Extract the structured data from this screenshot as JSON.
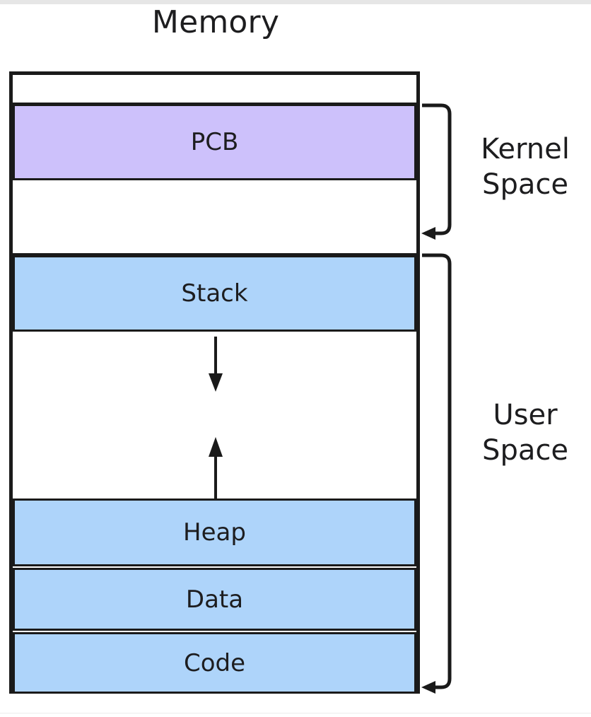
{
  "title": "Memory",
  "colors": {
    "pcb_fill": "#cdc1fb",
    "segment_fill": "#aed4fa",
    "stroke": "#1a1a1a",
    "text": "#1d1d1f",
    "background": "#ffffff"
  },
  "diagram": {
    "frame_label": "Memory",
    "segments": [
      {
        "id": "kernel-reserved-top",
        "label": "",
        "fill": "#ffffff",
        "region": "Kernel Space"
      },
      {
        "id": "pcb",
        "label": "PCB",
        "fill": "#cdc1fb",
        "region": "Kernel Space"
      },
      {
        "id": "kernel-reserved-bottom",
        "label": "",
        "fill": "#ffffff",
        "region": "Kernel Space"
      },
      {
        "id": "stack",
        "label": "Stack",
        "fill": "#aed4fa",
        "region": "User Space"
      },
      {
        "id": "free-space",
        "label": "",
        "fill": "#ffffff",
        "region": "User Space"
      },
      {
        "id": "heap",
        "label": "Heap",
        "fill": "#aed4fa",
        "region": "User Space"
      },
      {
        "id": "data",
        "label": "Data",
        "fill": "#aed4fa",
        "region": "User Space"
      },
      {
        "id": "code",
        "label": "Code",
        "fill": "#aed4fa",
        "region": "User Space"
      }
    ],
    "arrows": [
      {
        "id": "stack-growth-arrow",
        "direction": "down",
        "meaning": "stack grows downward"
      },
      {
        "id": "heap-growth-arrow",
        "direction": "up",
        "meaning": "heap grows upward"
      }
    ],
    "braces": [
      {
        "id": "kernel-space-brace",
        "label_line1": "Kernel",
        "label_line2": "Space"
      },
      {
        "id": "user-space-brace",
        "label_line1": "User",
        "label_line2": "Space"
      }
    ]
  },
  "labels": {
    "pcb": "PCB",
    "stack": "Stack",
    "heap": "Heap",
    "data": "Data",
    "code": "Code",
    "kernel_line1": "Kernel",
    "kernel_line2": "Space",
    "user_line1": "User",
    "user_line2": "Space"
  }
}
